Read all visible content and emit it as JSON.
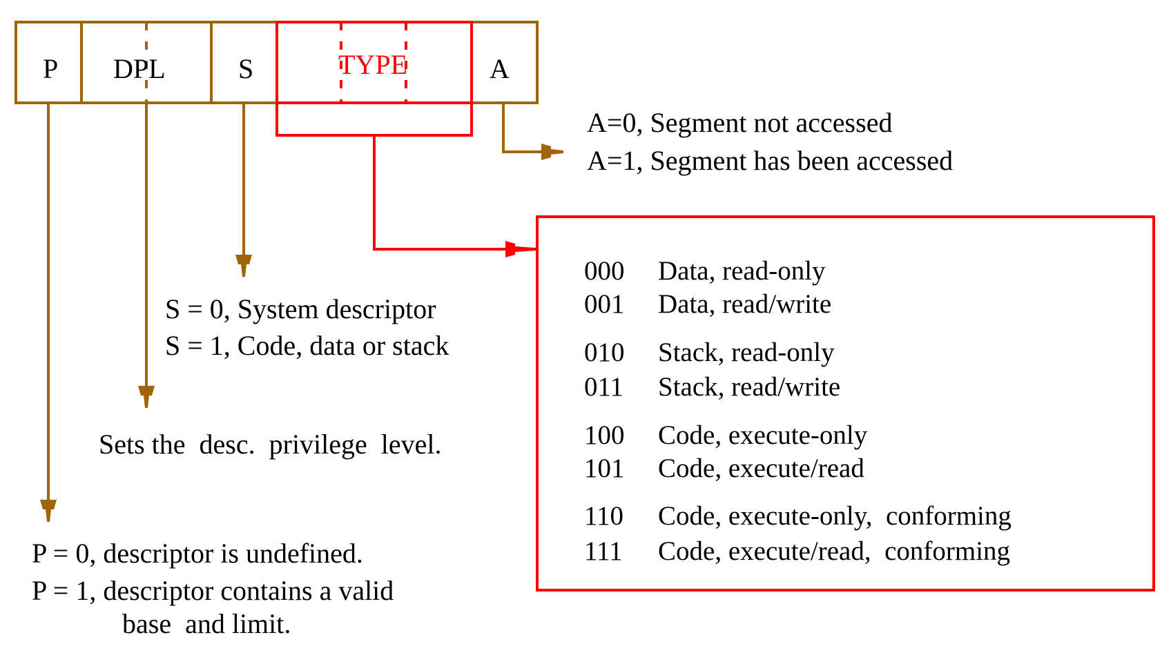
{
  "colors": {
    "bit_field": "#a0640a",
    "type_field": "#ff0000",
    "text": "#000000"
  },
  "fields": [
    {
      "label": "P",
      "color": "bit_field"
    },
    {
      "label": "DPL",
      "color": "bit_field"
    },
    {
      "label": "S",
      "color": "bit_field"
    },
    {
      "label": "TYPE",
      "color": "type_field"
    },
    {
      "label": "A",
      "color": "bit_field"
    }
  ],
  "annotations": {
    "a": [
      "A=0, Segment not accessed",
      "A=1, Segment has been accessed"
    ],
    "s": [
      "S = 0, System descriptor",
      "S = 1, Code, data or stack"
    ],
    "dpl": "Sets the  desc.  privilege  level.",
    "p": [
      "P = 0, descriptor is undefined.",
      "P = 1, descriptor contains a valid",
      "base  and limit."
    ]
  },
  "type_table": [
    {
      "code": "000",
      "desc": "Data, read-only"
    },
    {
      "code": "001",
      "desc": "Data, read/write"
    },
    {
      "code": "010",
      "desc": "Stack, read-only"
    },
    {
      "code": "011",
      "desc": "Stack, read/write"
    },
    {
      "code": "100",
      "desc": "Code, execute-only"
    },
    {
      "code": "101",
      "desc": "Code, execute/read"
    },
    {
      "code": "110",
      "desc": "Code, execute-only,  conforming"
    },
    {
      "code": "111",
      "desc": "Code, execute/read,  conforming"
    }
  ]
}
